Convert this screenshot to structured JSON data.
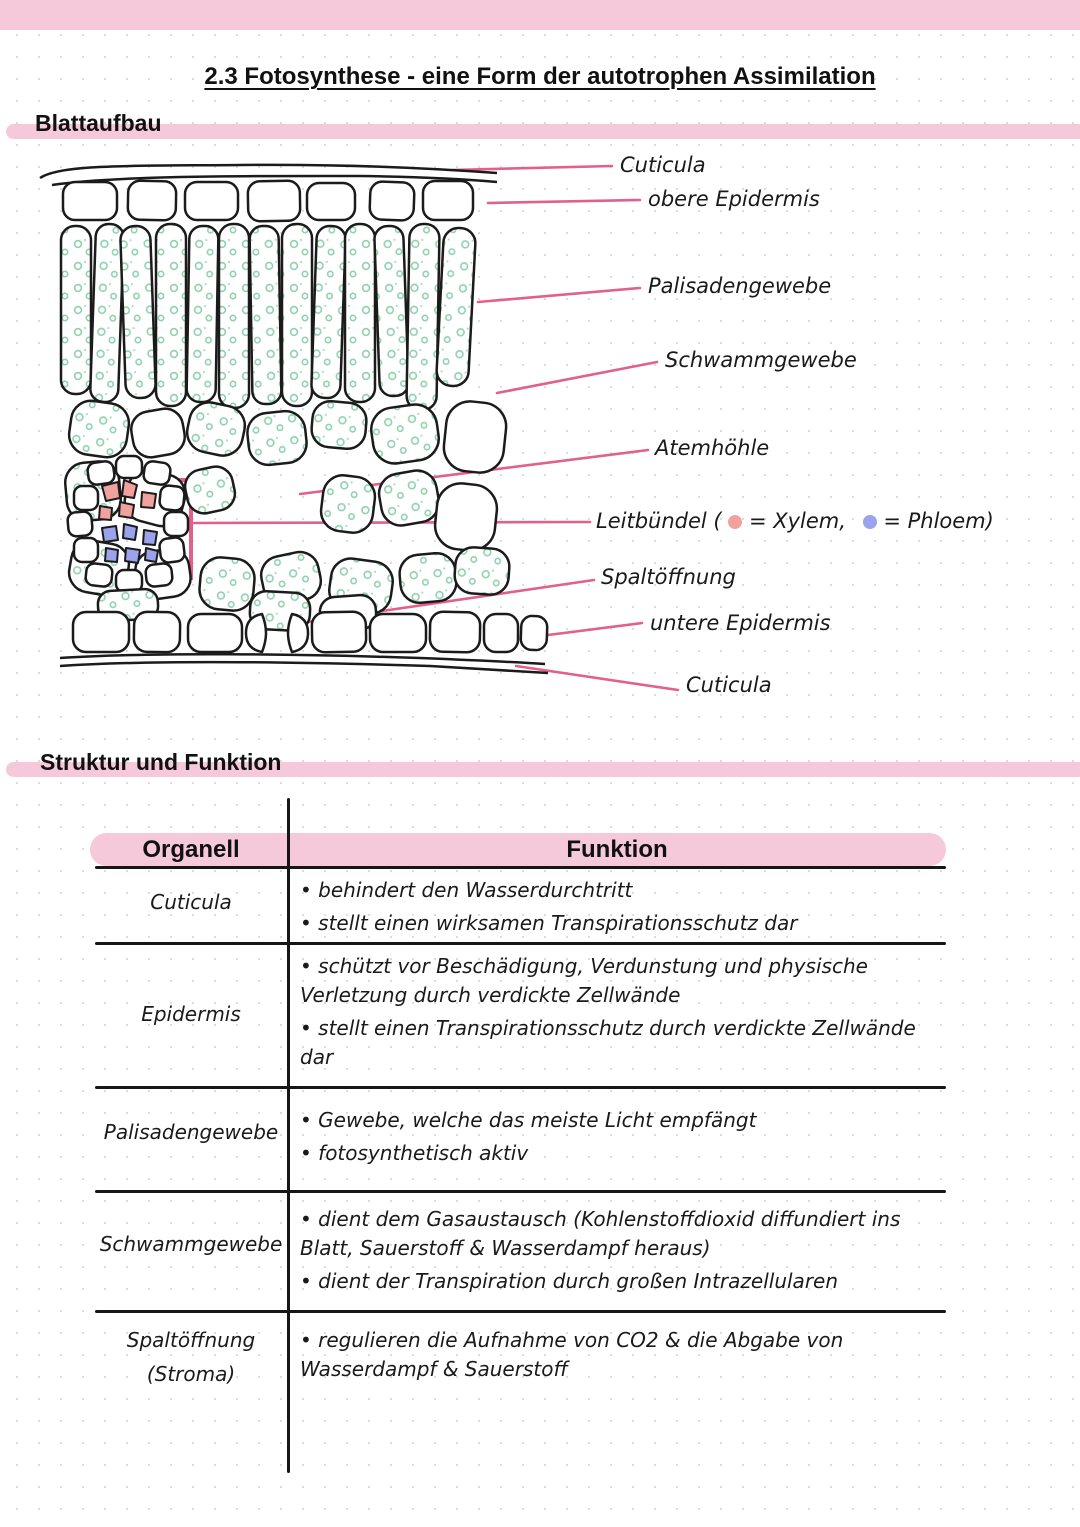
{
  "page": {
    "title": "2.3 Fotosynthese - eine Form der autotrophen Assimilation"
  },
  "sections": {
    "blattaufbau": "Blattaufbau",
    "struktur": "Struktur und Funktion"
  },
  "diagram": {
    "labels": {
      "cuticula_top": "Cuticula",
      "obere_epidermis": "obere Epidermis",
      "palisadengewebe": "Palisadengewebe",
      "schwammgewebe": "Schwammgewebe",
      "atemhoehle": "Atemhöhle",
      "leitbuendel_prefix": "Leitbündel (",
      "leitbuendel_xylem": "= Xylem,",
      "leitbuendel_phloem": "= Phloem)",
      "spaltoeffnung": "Spaltöffnung",
      "untere_epidermis": "untere Epidermis",
      "cuticula_bottom": "Cuticula"
    },
    "colors": {
      "xylem": "#f2a29e",
      "phloem": "#9aa3ec",
      "leader_line": "#e2608c",
      "chloroplast": "#8fd2ad",
      "highlight_band": "#f6c9da"
    }
  },
  "table": {
    "headers": {
      "organell": "Organell",
      "funktion": "Funktion"
    },
    "rows": [
      {
        "organell": "Cuticula",
        "bullets": [
          "• behindert den Wasserdurchtritt",
          "• stellt einen wirksamen Transpirationsschutz dar"
        ]
      },
      {
        "organell": "Epidermis",
        "bullets": [
          "• schützt vor Beschädigung, Verdunstung und physische Verletzung durch verdickte Zellwände",
          "• stellt einen Transpirationsschutz durch verdickte Zellwände dar"
        ]
      },
      {
        "organell": "Palisadengewebe",
        "bullets": [
          "• Gewebe, welche das meiste Licht empfängt",
          "• fotosynthetisch aktiv"
        ]
      },
      {
        "organell": "Schwammgewebe",
        "bullets": [
          "• dient dem Gasaustausch (Kohlenstoffdioxid diffundiert ins Blatt, Sauerstoff & Wasserdampf heraus)",
          "• dient der Transpiration durch großen Intrazellularen"
        ]
      },
      {
        "organell": "Spaltöffnung",
        "organell_sub": "(Stroma)",
        "bullets": [
          "• regulieren die Aufnahme von CO2 & die Abgabe von Wasserdampf & Sauerstoff"
        ]
      }
    ]
  }
}
